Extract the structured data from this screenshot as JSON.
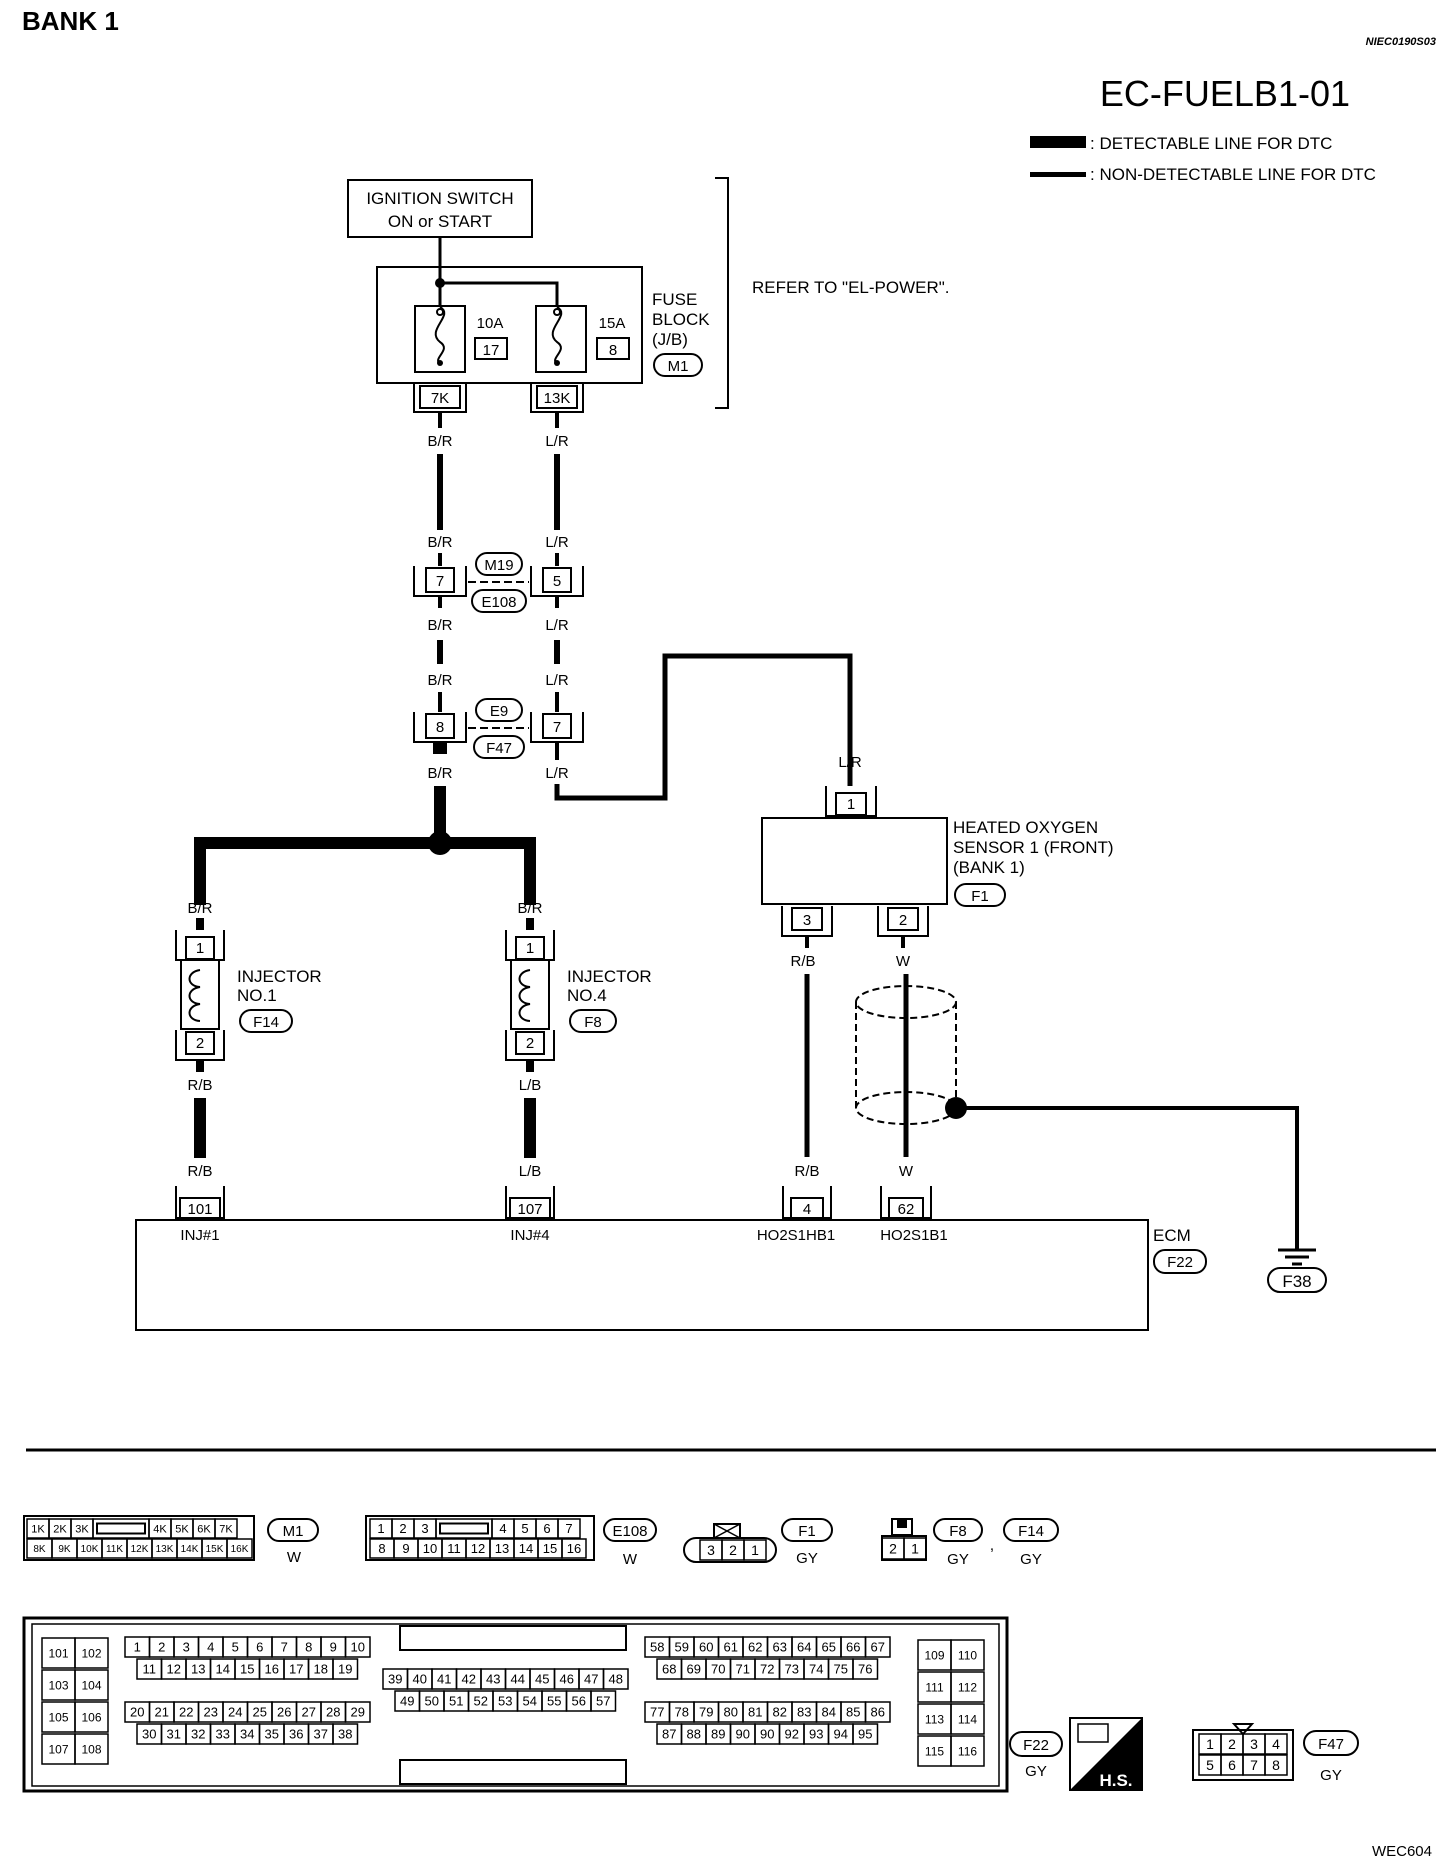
{
  "header": {
    "bank": "BANK 1",
    "section_code": "NIEC0190S03",
    "diagram_code": "EC-FUELB1-01",
    "figure_code": "WEC604"
  },
  "legend": {
    "detectable": ": DETECTABLE LINE FOR DTC",
    "non_detectable": ": NON-DETECTABLE LINE FOR DTC"
  },
  "ignition": {
    "line1": "IGNITION SWITCH",
    "line2": "ON or START"
  },
  "fuse_block": {
    "line1": "FUSE",
    "line2": "BLOCK",
    "line3": "(J/B)",
    "connector": "M1",
    "fuse1": {
      "rating": "10A",
      "number": "17",
      "terminal": "7K"
    },
    "fuse2": {
      "rating": "15A",
      "number": "8",
      "terminal": "13K"
    },
    "refer": "REFER TO \"EL-POWER\"."
  },
  "wires": {
    "br": "B/R",
    "lr": "L/R",
    "rb": "R/B",
    "lb": "L/B",
    "w": "W"
  },
  "joint1": {
    "top": "M19",
    "bottom": "E108",
    "pin_left": "7",
    "pin_right": "5"
  },
  "joint2": {
    "top": "E9",
    "bottom": "F47",
    "pin_left": "8",
    "pin_right": "7"
  },
  "injector1": {
    "line1": "INJECTOR",
    "line2": "NO.1",
    "connector": "F14",
    "pin1": "1",
    "pin2": "2"
  },
  "injector4": {
    "line1": "INJECTOR",
    "line2": "NO.4",
    "connector": "F8",
    "pin1": "1",
    "pin2": "2"
  },
  "ho2s": {
    "line1": "HEATED OXYGEN",
    "line2": "SENSOR 1 (FRONT)",
    "line3": "(BANK 1)",
    "connector": "F1",
    "pin1": "1",
    "pin2": "2",
    "pin3": "3"
  },
  "ecm": {
    "label": "ECM",
    "connector": "F22",
    "t1": {
      "pin": "101",
      "name": "INJ#1"
    },
    "t2": {
      "pin": "107",
      "name": "INJ#4"
    },
    "t3": {
      "pin": "4",
      "name": "HO2S1HB1"
    },
    "t4": {
      "pin": "62",
      "name": "HO2S1B1"
    }
  },
  "ground": {
    "connector": "F38"
  },
  "connector_views": {
    "m1": {
      "id": "M1",
      "color": "W",
      "top": [
        "1K",
        "2K",
        "3K",
        "",
        "4K",
        "5K",
        "6K",
        "7K"
      ],
      "bottom": [
        "8K",
        "9K",
        "10K",
        "11K",
        "12K",
        "13K",
        "14K",
        "15K",
        "16K"
      ]
    },
    "e108": {
      "id": "E108",
      "color": "W",
      "top": [
        "1",
        "2",
        "3",
        "",
        "4",
        "5",
        "6",
        "7"
      ],
      "bottom": [
        "8",
        "9",
        "10",
        "11",
        "12",
        "13",
        "14",
        "15",
        "16"
      ]
    },
    "f1": {
      "id": "F1",
      "color": "GY",
      "pins": [
        "3",
        "2",
        "1"
      ]
    },
    "f8f14": {
      "id1": "F8",
      "id2": "F14",
      "color1": "GY",
      "color2": "GY",
      "pins": [
        "2",
        "1"
      ]
    },
    "f22": {
      "id": "F22",
      "color": "GY",
      "hs": "H.S.",
      "left": [
        [
          "101",
          "102"
        ],
        [
          "103",
          "104"
        ],
        [
          "105",
          "106"
        ],
        [
          "107",
          "108"
        ]
      ],
      "r1a": [
        "1",
        "2",
        "3",
        "4",
        "5",
        "6",
        "7",
        "8",
        "9",
        "10"
      ],
      "r1b": [
        "11",
        "12",
        "13",
        "14",
        "15",
        "16",
        "17",
        "18",
        "19"
      ],
      "r2a": [
        "39",
        "40",
        "41",
        "42",
        "43",
        "44",
        "45",
        "46",
        "47",
        "48"
      ],
      "r2b": [
        "49",
        "50",
        "51",
        "52",
        "53",
        "54",
        "55",
        "56",
        "57"
      ],
      "r3a": [
        "20",
        "21",
        "22",
        "23",
        "24",
        "25",
        "26",
        "27",
        "28",
        "29"
      ],
      "r3b": [
        "30",
        "31",
        "32",
        "33",
        "34",
        "35",
        "36",
        "37",
        "38"
      ],
      "r4a": [
        "58",
        "59",
        "60",
        "61",
        "62",
        "63",
        "64",
        "65",
        "66",
        "67"
      ],
      "r4b": [
        "68",
        "69",
        "70",
        "71",
        "72",
        "73",
        "74",
        "75",
        "76"
      ],
      "r5a": [
        "77",
        "78",
        "79",
        "80",
        "81",
        "82",
        "83",
        "84",
        "85",
        "86"
      ],
      "r5b": [
        "87",
        "88",
        "89",
        "90",
        "90",
        "92",
        "93",
        "94",
        "95"
      ],
      "right": [
        [
          "109",
          "110"
        ],
        [
          "111",
          "112"
        ],
        [
          "113",
          "114"
        ],
        [
          "115",
          "116"
        ]
      ]
    },
    "f47": {
      "id": "F47",
      "color": "GY",
      "top": [
        "1",
        "2",
        "3",
        "4"
      ],
      "bottom": [
        "5",
        "6",
        "7",
        "8"
      ]
    }
  }
}
